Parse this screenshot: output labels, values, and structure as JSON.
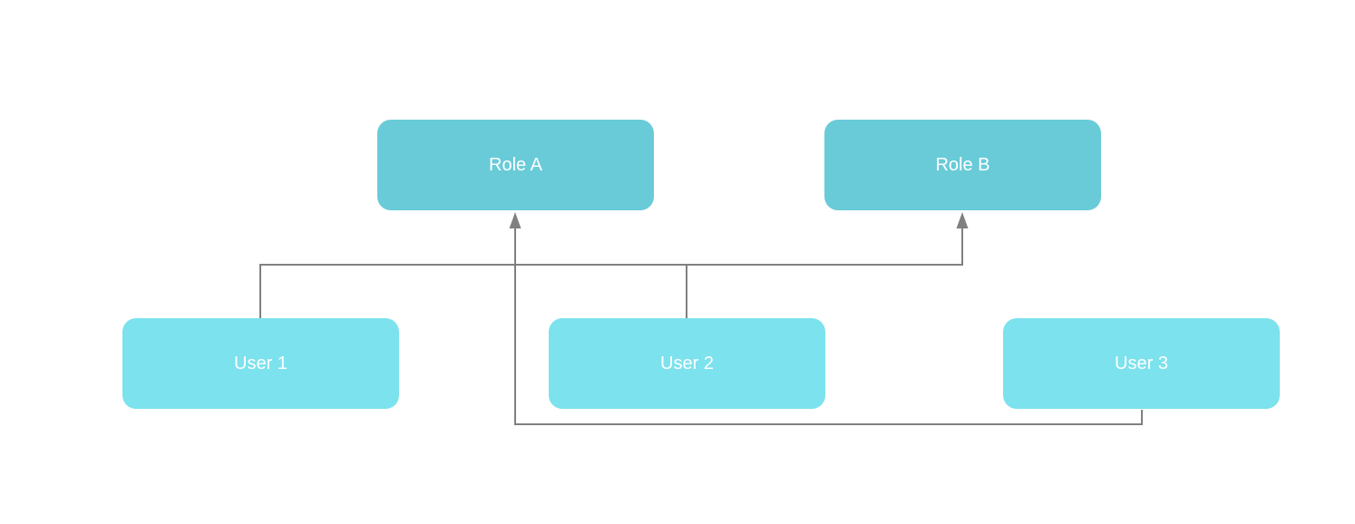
{
  "diagram": {
    "background_color": "#ffffff",
    "connector_color": "#808080",
    "node_text_color": "#ffffff",
    "role_fill_color": "#69CBD8",
    "user_fill_color": "#7CE2ED",
    "nodes": [
      {
        "id": "role-a",
        "label": "Role A",
        "type": "role"
      },
      {
        "id": "role-b",
        "label": "Role B",
        "type": "role"
      },
      {
        "id": "user-1",
        "label": "User 1",
        "type": "user"
      },
      {
        "id": "user-2",
        "label": "User 2",
        "type": "user"
      },
      {
        "id": "user-3",
        "label": "User 3",
        "type": "user"
      }
    ],
    "edges": [
      {
        "from": "User 1",
        "to": "Role B",
        "arrow_at": "target"
      },
      {
        "from": "User 2",
        "to": "Role B",
        "arrow_at": "target"
      },
      {
        "from": "User 3",
        "to": "Role A",
        "arrow_at": "target"
      }
    ]
  }
}
